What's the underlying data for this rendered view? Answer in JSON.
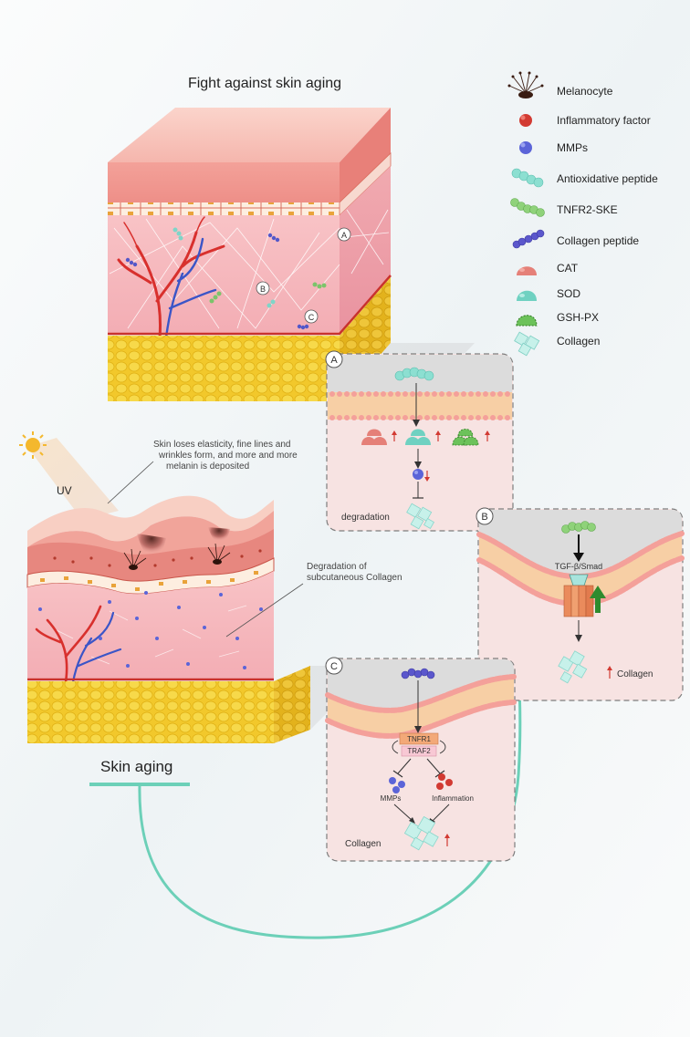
{
  "title": "Fight against skin aging",
  "legend": [
    {
      "icon": "melanocyte-icon",
      "label": "Melanocyte"
    },
    {
      "icon": "inflammatory-factor-icon",
      "label": "Inflammatory factor"
    },
    {
      "icon": "mmps-icon",
      "label": "MMPs"
    },
    {
      "icon": "antioxidative-peptide-icon",
      "label": "Antioxidative peptide"
    },
    {
      "icon": "tnfr2-ske-icon",
      "label": "TNFR2-SKE"
    },
    {
      "icon": "collagen-peptide-icon",
      "label": "Collagen peptide"
    },
    {
      "icon": "cat-icon",
      "label": "CAT"
    },
    {
      "icon": "sod-icon",
      "label": "SOD"
    },
    {
      "icon": "gsh-px-icon",
      "label": "GSH-PX"
    },
    {
      "icon": "collagen-icon",
      "label": "Collagen"
    }
  ],
  "skin_markers": {
    "a": "A",
    "b": "B",
    "c": "C"
  },
  "uv_label": "UV",
  "aging_note_1": "Skin loses elasticity, fine lines and",
  "aging_note_2": "wrinkles form, and more and more",
  "aging_note_3": "melanin is deposited",
  "collagen_note_1": "Degradation of",
  "collagen_note_2": "subcutaneous Collagen",
  "skin_aging_label": "Skin aging",
  "panel_a": {
    "letter": "A",
    "degradation": "degradation"
  },
  "panel_b": {
    "letter": "B",
    "pathway": "TGF-β/Smad",
    "collagen": "Collagen"
  },
  "panel_c": {
    "letter": "C",
    "tnfr1": "TNFR1",
    "traf2": "TRAF2",
    "mmps": "MMPs",
    "inflammation": "Inflammation",
    "collagen": "Collagen"
  },
  "colors": {
    "skin": "#f2a3a0",
    "fat": "#f0c629",
    "antioxidant": "#7fd5c8",
    "inhibit_arc": "#6cd0b8",
    "mmp": "#5b64d8",
    "inflammatory": "#d23a32"
  }
}
